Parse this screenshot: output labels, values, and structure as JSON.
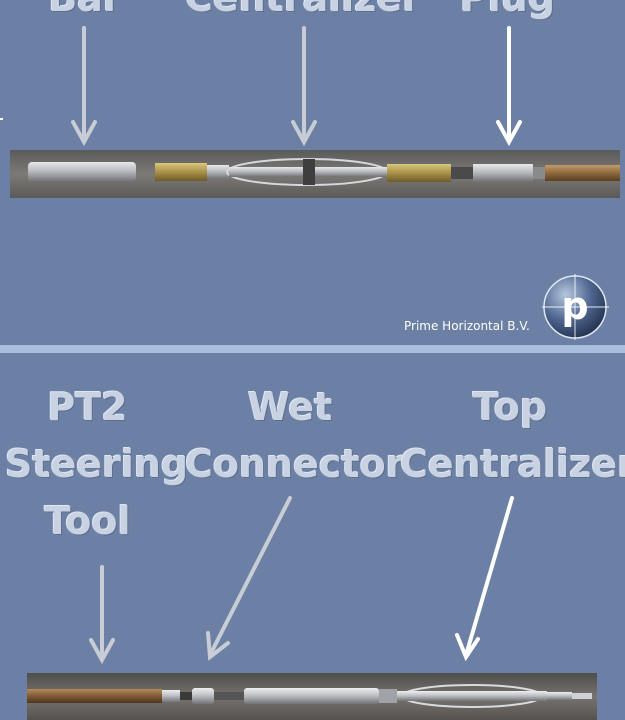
{
  "top": {
    "labels": [
      "Bar",
      "Centralizer",
      "Plug"
    ],
    "brand": "Prime Horizontal B.V.",
    "logo_letter": "p"
  },
  "bottom": {
    "labels": [
      [
        "PT2",
        "Steering",
        "Tool"
      ],
      [
        "Wet",
        "Connector"
      ],
      [
        "Top",
        "Centralizer"
      ]
    ]
  },
  "colors": {
    "background": "#6b80a4",
    "divider": "#a9bfdf",
    "arrow_gray": "#c8ccd4",
    "arrow_white": "#ffffff"
  }
}
